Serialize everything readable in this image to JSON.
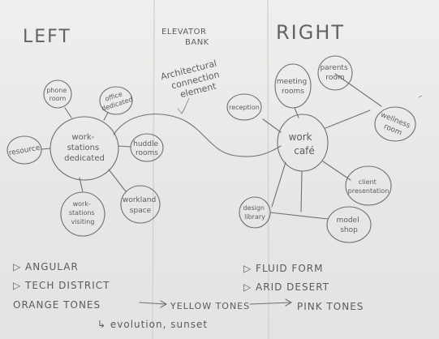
{
  "headers": {
    "left": "LEFT",
    "elevator_line1": "ELEVATOR",
    "elevator_line2": "BANK",
    "right": "RIGHT"
  },
  "connection_label": [
    "Architectural",
    "connection",
    "element"
  ],
  "left_hub": [
    "work-",
    "stations",
    "dedicated"
  ],
  "left_nodes": {
    "phone_room": [
      "phone",
      "room"
    ],
    "office_dedicated": [
      "office",
      "dedicated"
    ],
    "resource": [
      "resource"
    ],
    "huddle_rooms": [
      "huddle",
      "rooms"
    ],
    "workstations_visiting": [
      "work-",
      "stations",
      "visiting"
    ],
    "workland_space": [
      "workland",
      "space"
    ]
  },
  "right_hub": [
    "work",
    "café"
  ],
  "right_nodes": {
    "meeting_rooms": [
      "meeting",
      "rooms"
    ],
    "parents_room": [
      "parents",
      "room"
    ],
    "reception": [
      "reception"
    ],
    "wellness_room": [
      "wellness",
      "room"
    ],
    "client_presentation": [
      "client",
      "presentation"
    ],
    "design_library": [
      "design",
      "library"
    ],
    "model_shop": [
      "model",
      "shop"
    ]
  },
  "notes": {
    "angular": "▷ ANGULAR",
    "tech_district": "▷ TECH DISTRICT",
    "orange_tones": "ORANGE TONES",
    "yellow_tones": "YELLOW TONES",
    "pink_tones": "PINK TONES",
    "evolution_sunset": "↳ evolution, sunset",
    "fluid_form": "▷ FLUID FORM",
    "arid_desert": "▷ ARID DESERT"
  }
}
